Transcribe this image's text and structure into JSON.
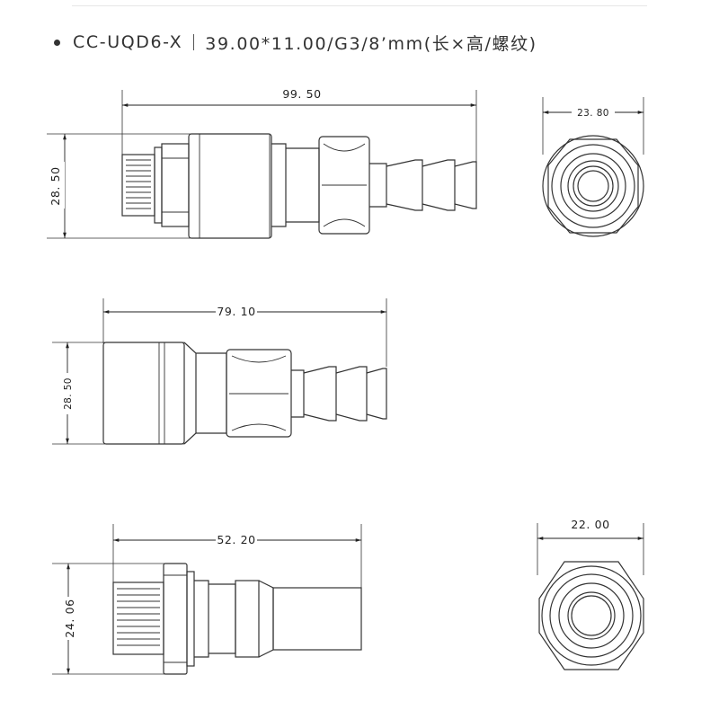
{
  "header": {
    "model": "CC-UQD6-X",
    "spec": "39.00*11.00/G3/8’mm(长×高/螺纹)"
  },
  "dimensions": {
    "side1_length": "99. 50",
    "side1_height": "28. 50",
    "end1_width": "23. 80",
    "side2_length": "79. 10",
    "side2_height": "28. 50",
    "side3_length": "52. 20",
    "side3_height": "24. 06",
    "end2_width": "22. 00"
  },
  "colors": {
    "line": "#333333",
    "dim": "#222222"
  }
}
